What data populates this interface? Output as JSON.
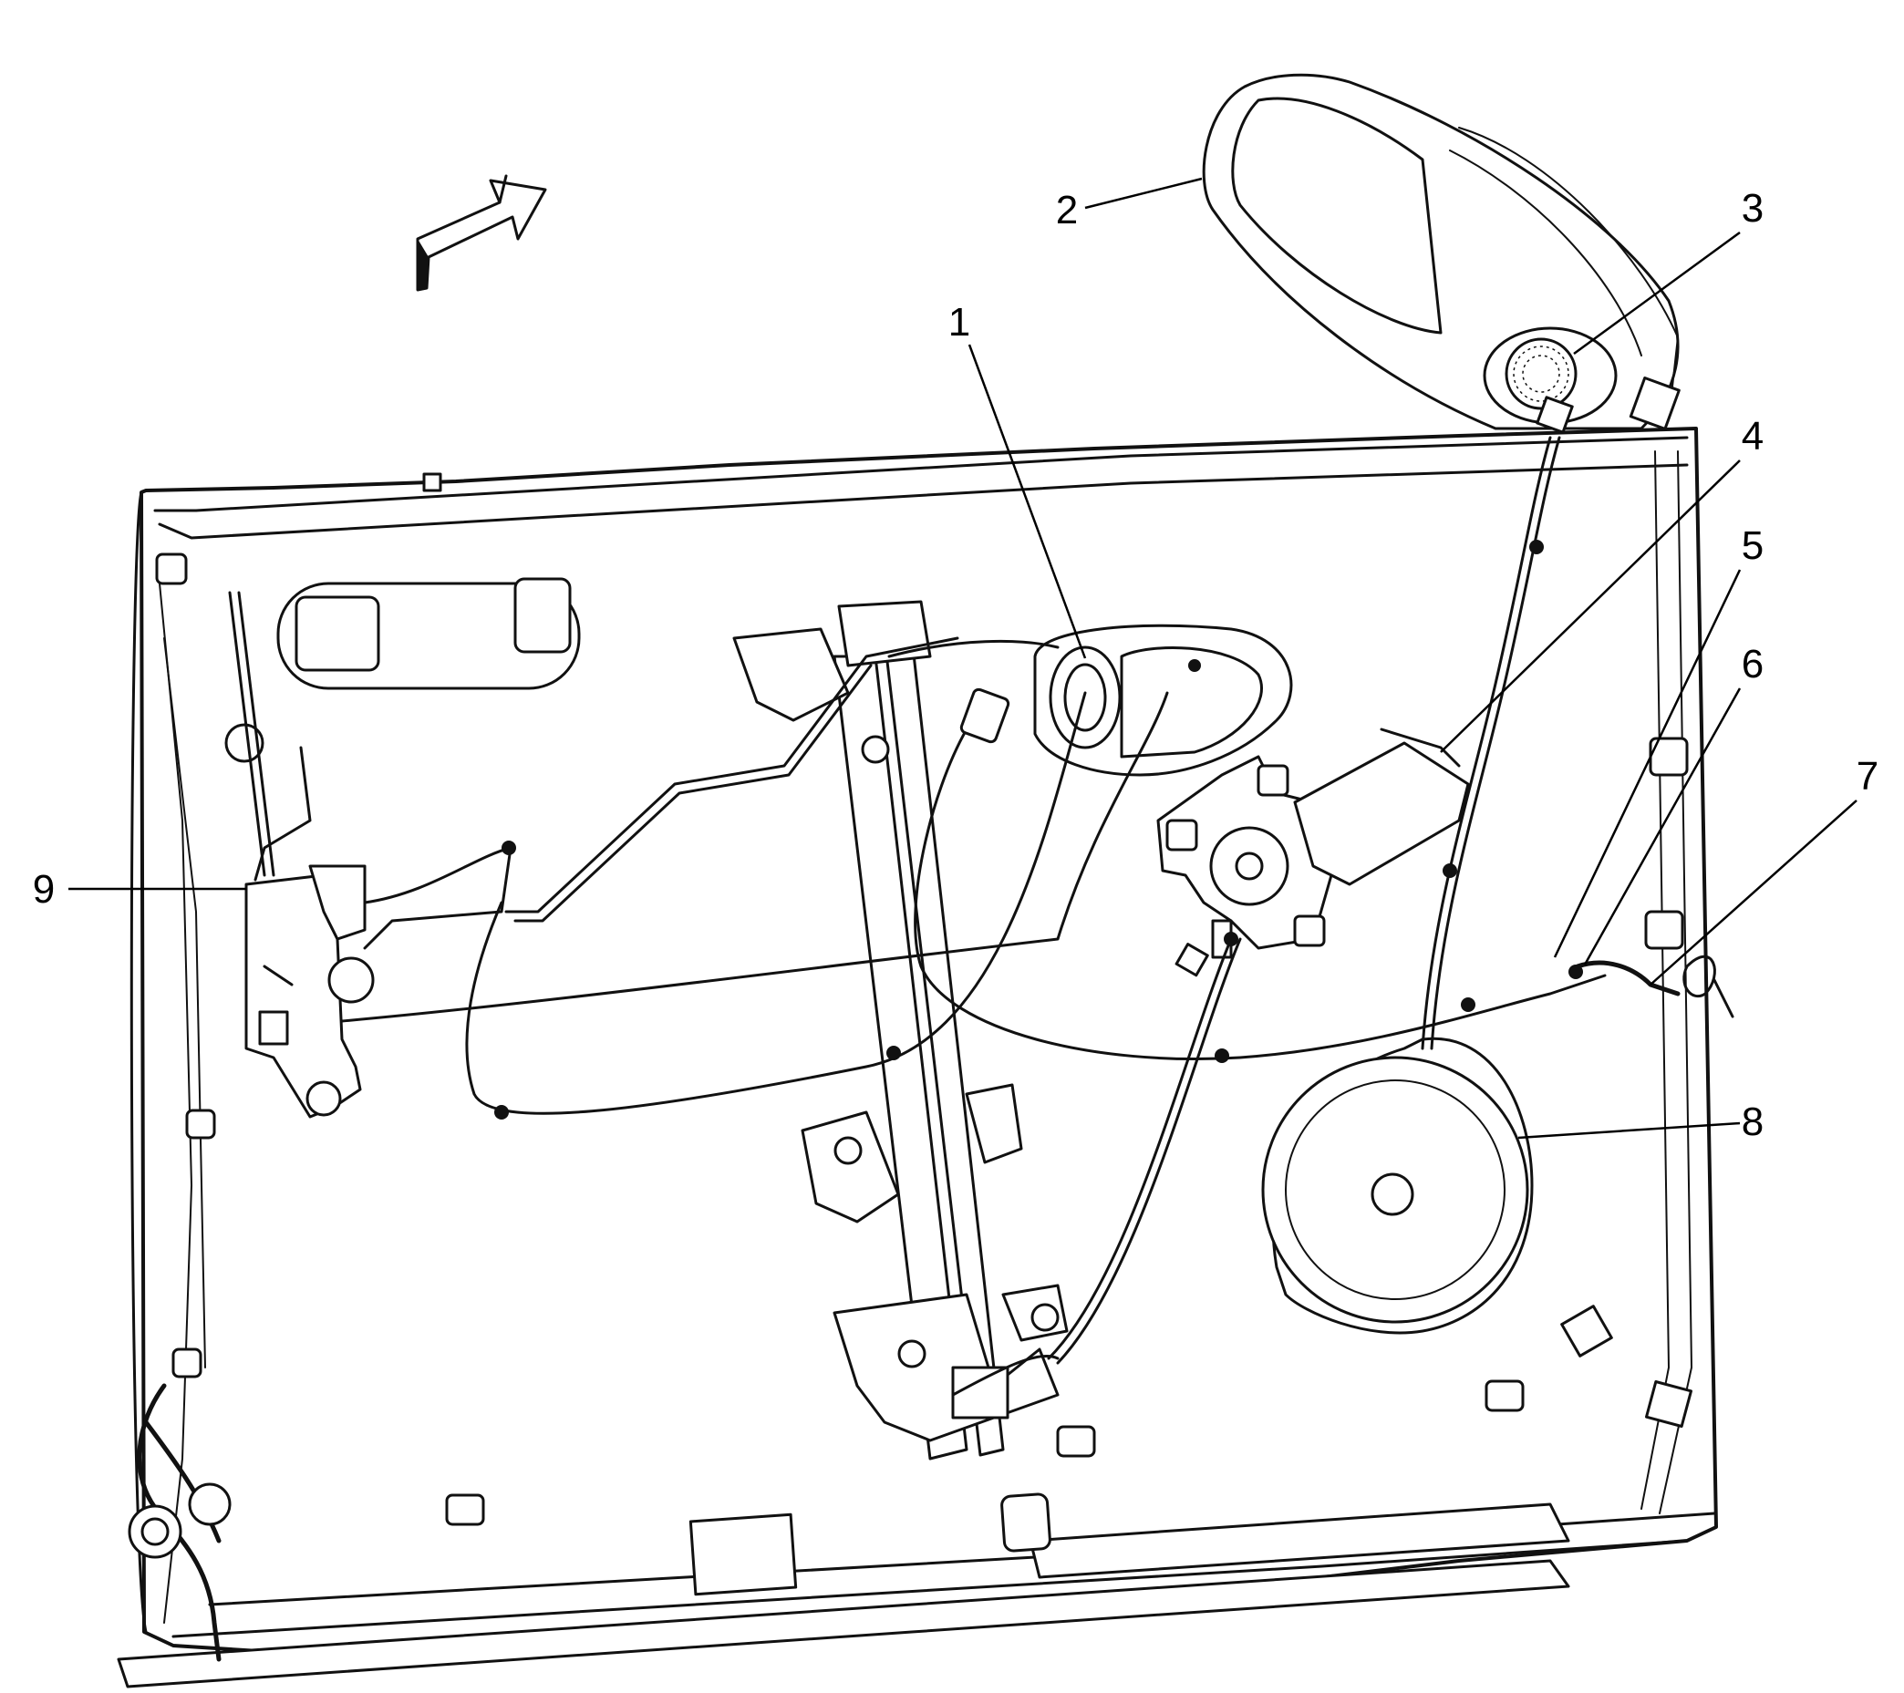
{
  "callouts": [
    {
      "id": "1",
      "label": "1"
    },
    {
      "id": "2",
      "label": "2"
    },
    {
      "id": "3",
      "label": "3"
    },
    {
      "id": "4",
      "label": "4"
    },
    {
      "id": "5",
      "label": "5"
    },
    {
      "id": "6",
      "label": "6"
    },
    {
      "id": "7",
      "label": "7"
    },
    {
      "id": "8",
      "label": "8"
    },
    {
      "id": "9",
      "label": "9"
    }
  ],
  "icons": {
    "direction_arrow": "forward-arrow-icon"
  },
  "colors": {
    "line": "#111111",
    "background": "#ffffff"
  }
}
